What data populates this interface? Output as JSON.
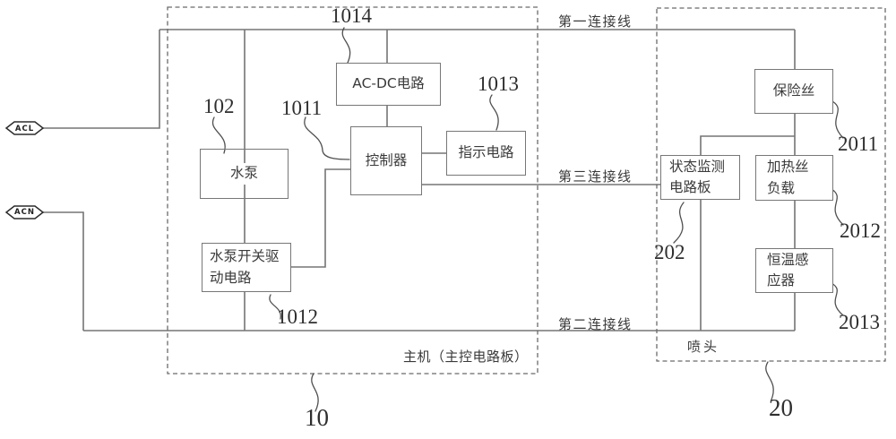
{
  "diagram": {
    "terminals": [
      {
        "label": "ACL"
      },
      {
        "label": "ACN"
      }
    ],
    "connection_labels": {
      "first": "第一连接线",
      "second": "第二连接线",
      "third": "第三连接线"
    },
    "regions": {
      "host": {
        "label": "主机（主控电路板）",
        "ref": "10"
      },
      "nozzle": {
        "label": "喷头",
        "ref": "20"
      }
    },
    "blocks": {
      "acdc": {
        "label": "AC-DC电路",
        "ref": "1014"
      },
      "pump": {
        "label": "水泵",
        "ref": "102"
      },
      "controller": {
        "label": "控制器",
        "ref": "1011"
      },
      "indicator": {
        "label": "指示电路",
        "ref": "1013"
      },
      "pump_driver": {
        "label": "水泵开关驱动电路",
        "ref": "1012"
      },
      "status_monitor": {
        "label": "状态监测电路板",
        "ref": "202"
      },
      "fuse": {
        "label": "保险丝",
        "ref": "2011"
      },
      "heater": {
        "label": "加热丝负载",
        "ref": "2012"
      },
      "thermostat": {
        "label": "恒温感应器",
        "ref": "2013"
      }
    },
    "colors": {
      "wire": "#757575",
      "dashed_boundary": "#6b6b6b",
      "box_border": "#777777",
      "text": "#3a3a3a",
      "background": "#ffffff"
    }
  }
}
